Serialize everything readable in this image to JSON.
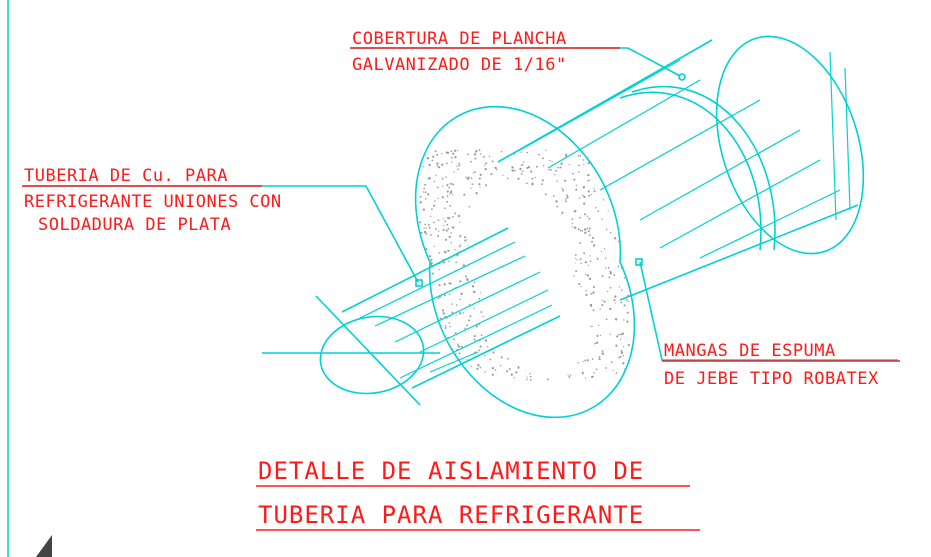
{
  "labels": {
    "cobertura": [
      "COBERTURA DE PLANCHA",
      "GALVANIZADO DE 1/16\""
    ],
    "tuberia": [
      "TUBERIA DE Cu. PARA",
      "REFRIGERANTE UNIONES CON",
      "SOLDADURA DE PLATA"
    ],
    "mangas": [
      "MANGAS DE ESPUMA",
      "DE JEBE TIPO ROBATEX"
    ]
  },
  "title": [
    "DETALLE DE AISLAMIENTO DE",
    "TUBERIA PARA REFRIGERANTE"
  ],
  "colors": {
    "label_text": "#ff1a1a",
    "drawing_lines": "#00d2d2",
    "foam_dots": "#9a9a9a",
    "frame": "#00d2d2"
  }
}
